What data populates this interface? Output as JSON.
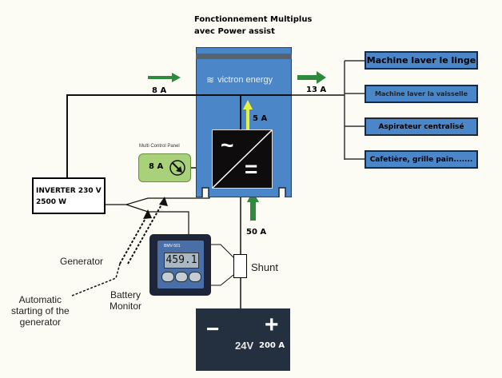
{
  "title": {
    "line1": "Fonctionnement Multiplus",
    "line2": "avec Power assist"
  },
  "currents": {
    "grid_in": "8 A",
    "output": "13 A",
    "inverter_out": "5 A",
    "battery_charge": "50 A",
    "control_panel": "8 A"
  },
  "victron": {
    "brand": "victron energy",
    "ac_symbol": "~",
    "dc_symbol": "="
  },
  "control_panel": {
    "label": "Multi Control Panel"
  },
  "inverter": {
    "line1": "INVERTER 230 V",
    "line2": "2500 W"
  },
  "loads": [
    {
      "label": "Machine laver le linge"
    },
    {
      "label": "Machine laver la vaisselle"
    },
    {
      "label": "Aspirateur centralisé"
    },
    {
      "label": "Cafetière, grille pain......."
    }
  ],
  "battery_monitor": {
    "model": "BMV-501",
    "reading": "459.1",
    "label_line1": "Battery",
    "label_line2": "Monitor"
  },
  "shunt": {
    "label": "Shunt"
  },
  "generator": {
    "label": "Generator"
  },
  "auto_start": {
    "line1": "Automatic",
    "line2": "starting of the",
    "line3": "generator"
  },
  "battery": {
    "minus": "−",
    "plus": "+",
    "voltage": "24V",
    "capacity": "200 A"
  },
  "colors": {
    "victron_blue": "#4a86c8",
    "load_blue": "#4a86c8",
    "arrow_green": "#2e8b3e",
    "arrow_yellow": "#e8f23a",
    "panel_green": "#a9d17a",
    "battery": "#243040"
  }
}
